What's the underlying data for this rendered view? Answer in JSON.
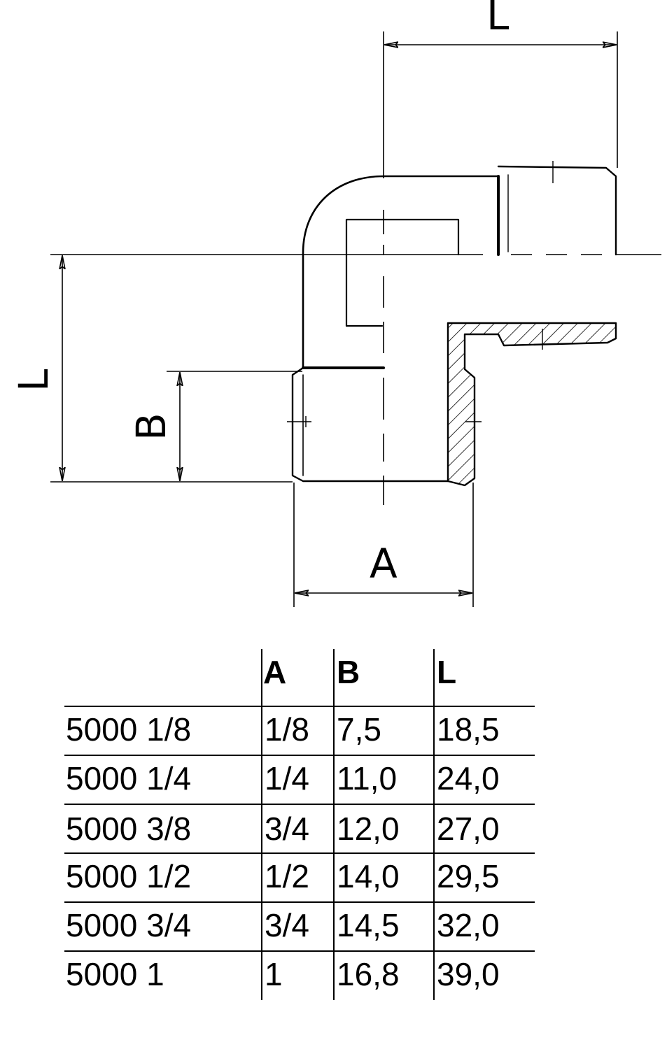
{
  "drawing": {
    "dimension_labels": {
      "top_length": "L",
      "side_length": "L",
      "thread_length": "B",
      "thread_size": "A"
    }
  },
  "table": {
    "headers": [
      "A",
      "B",
      "L"
    ],
    "rows": [
      {
        "code": "5000 1/8",
        "a": "1/8",
        "b": "7,5",
        "l": "18,5"
      },
      {
        "code": "5000 1/4",
        "a": "1/4",
        "b": "11,0",
        "l": "24,0"
      },
      {
        "code": "5000 3/8",
        "a": "3/4",
        "b": "12,0",
        "l": "27,0"
      },
      {
        "code": "5000 1/2",
        "a": "1/2",
        "b": "14,0",
        "l": "29,5"
      },
      {
        "code": "5000 3/4",
        "a": "3/4",
        "b": "14,5",
        "l": "32,0"
      },
      {
        "code": "5000 1",
        "a": "1",
        "b": "16,8",
        "l": "39,0"
      }
    ]
  }
}
